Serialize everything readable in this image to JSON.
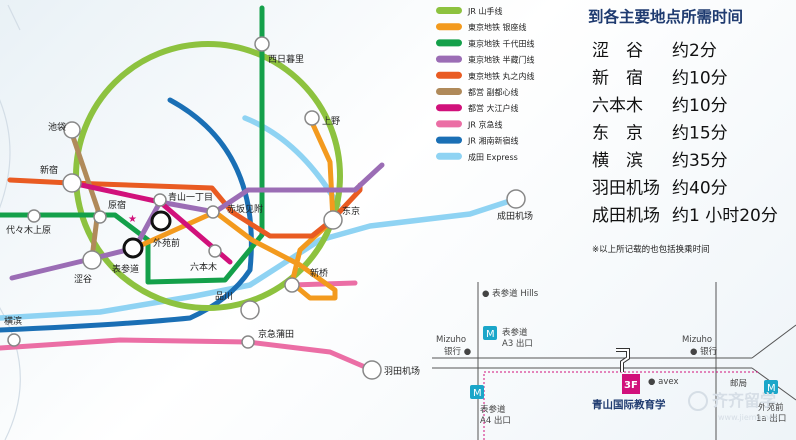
{
  "legend": [
    {
      "label": "JR 山手线",
      "color": "#8dc23f"
    },
    {
      "label": "東京地铁 银座线",
      "color": "#f39a1e"
    },
    {
      "label": "東京地铁 千代田线",
      "color": "#14a04a"
    },
    {
      "label": "東京地铁 半藏门线",
      "color": "#9b6db5"
    },
    {
      "label": "東京地铁 丸之内线",
      "color": "#e95b22"
    },
    {
      "label": "都営 副都心线",
      "color": "#b08a5a"
    },
    {
      "label": "都営 大江户线",
      "color": "#d1117b"
    },
    {
      "label": "JR 京急线",
      "color": "#eb6ea5"
    },
    {
      "label": "JR 湘南新宿线",
      "color": "#1a6fb5"
    },
    {
      "label": "成田 Express",
      "color": "#8fd3f3"
    }
  ],
  "stations": {
    "nishinippori": "西日暮里",
    "ueno": "上野",
    "ikebukuro": "池袋",
    "shinjuku": "新宿",
    "aoyama": "青山一丁目",
    "akasaka": "赤坂见附",
    "harajuku": "原宿",
    "yoyogi": "代々木上原",
    "gaienmae": "外苑前",
    "omotesando": "表参道",
    "roppongi": "六本木",
    "tokyo": "东京",
    "narita": "成田机场",
    "shibuya": "涩谷",
    "shinbashi": "新桥",
    "shinagawa": "品川",
    "yokohama": "横滨",
    "keikyu": "京急蒲田",
    "haneda": "羽田机场"
  },
  "travel_times": {
    "title": "到各主要地点所需时间",
    "rows": [
      {
        "place": "涩　谷",
        "time": "约2分"
      },
      {
        "place": "新　宿",
        "time": "约10分"
      },
      {
        "place": "六本木",
        "time": "约10分"
      },
      {
        "place": "东　京",
        "time": "约15分"
      },
      {
        "place": "横　滨",
        "time": "约35分"
      },
      {
        "place": "羽田机场",
        "time": "约40分"
      },
      {
        "place": "成田机场",
        "time": "约1 小时20分"
      }
    ],
    "note": "※以上所记载的也包括换乘时间"
  },
  "area_map": {
    "hills": "● 表参道 Hills",
    "mizuho_left_1": "Mizuho",
    "mizuho_left_2": "银行 ●",
    "exit_a3_1": "表参道",
    "exit_a3_2": "A3 出口",
    "mizuho_right_1": "Mizuho",
    "mizuho_right_2": "● 银行",
    "exit_a4_1": "表参道",
    "exit_a4_2": "A4 出口",
    "floor": "3F",
    "avex": "● avex",
    "post": "邮局",
    "school": "青山国际教育学",
    "exit_right_1": "外苑前",
    "exit_right_2": "1a 出口"
  },
  "watermark": {
    "brand": "齐齐留学",
    "url": "www.jiemo.net"
  }
}
